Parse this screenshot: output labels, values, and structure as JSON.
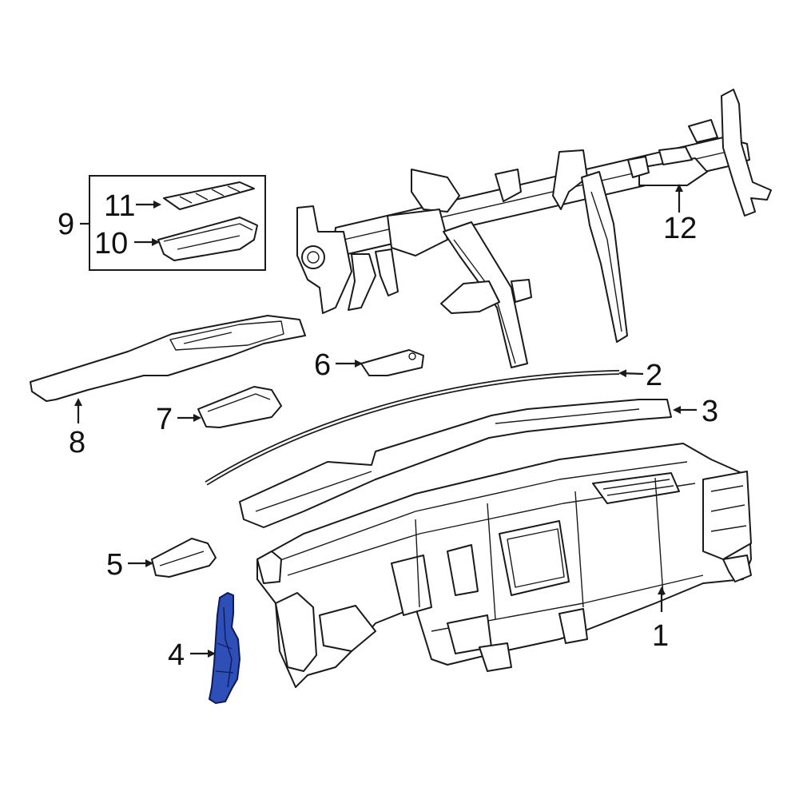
{
  "diagram": {
    "highlight_color": "#2f4fb8",
    "highlighted_part": "4",
    "callouts": {
      "c1": "1",
      "c2": "2",
      "c3": "3",
      "c4": "4",
      "c5": "5",
      "c6": "6",
      "c7": "7",
      "c8": "8",
      "c9": "9",
      "c10": "10",
      "c11": "11",
      "c12": "12"
    }
  }
}
